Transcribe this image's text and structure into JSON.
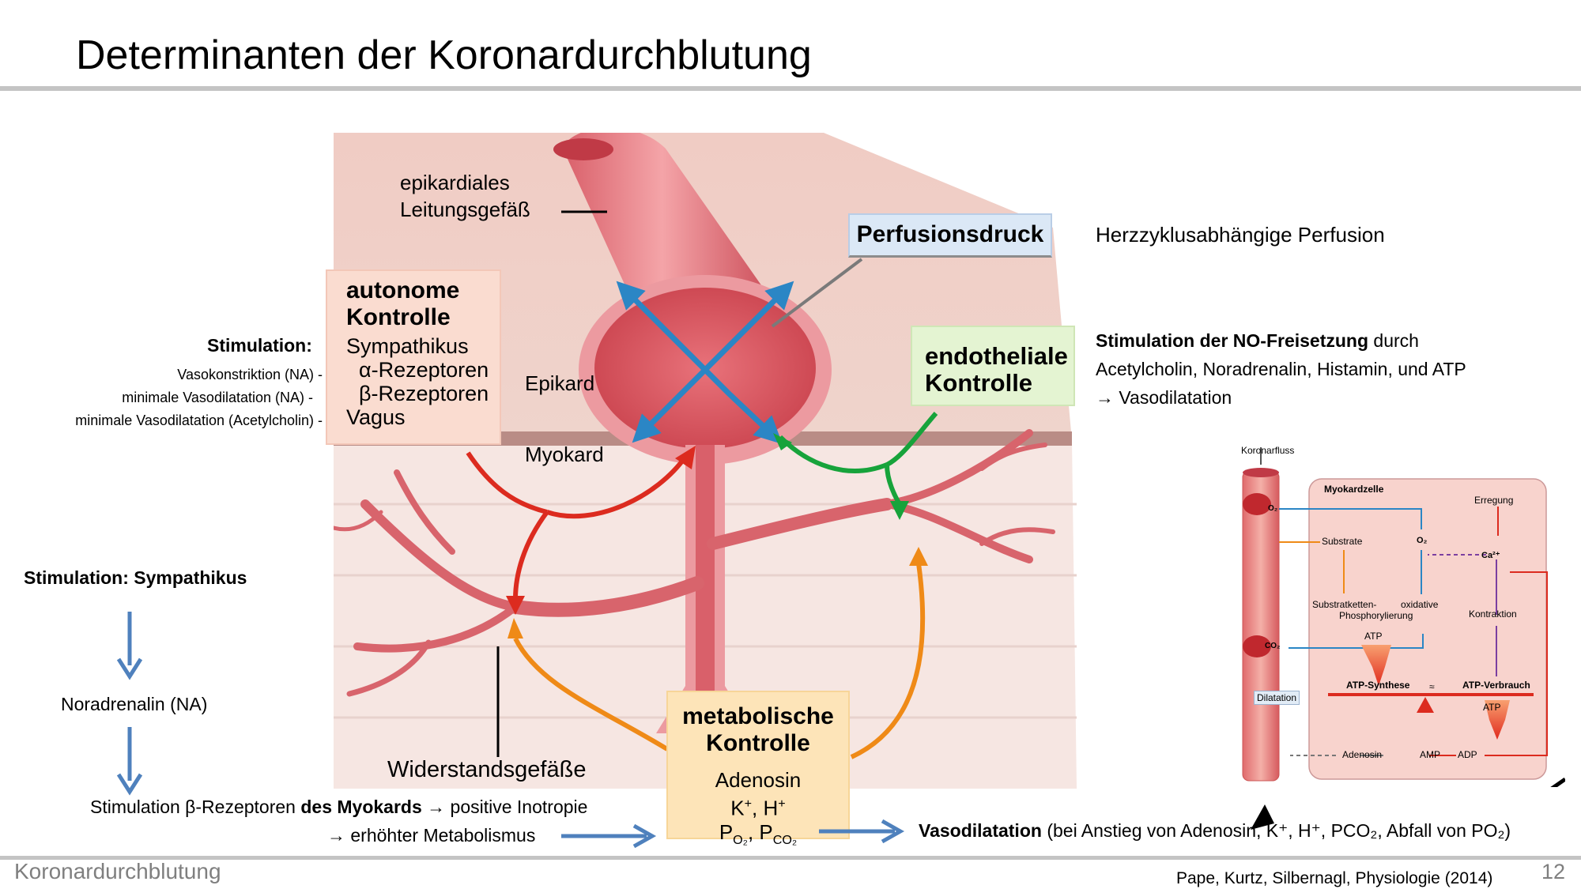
{
  "title": "Determinanten der Koronardurchblutung",
  "illustration": {
    "label_vessel_1": "epikardiales",
    "label_vessel_2": "Leitungsgefäß",
    "label_epikard": "Epikard",
    "label_myokard": "Myokard",
    "label_resistance": "Widerstandsgefäße"
  },
  "boxes": {
    "autonom": {
      "title_1": "autonome",
      "title_2": "Kontrolle",
      "l1": "Sympathikus",
      "l2": "α-Rezeptoren",
      "l3": "β-Rezeptoren",
      "l4": "Vagus"
    },
    "perfusion": {
      "title": "Perfusionsdruck"
    },
    "endothel": {
      "title_1": "endotheliale",
      "title_2": "Kontrolle"
    },
    "metabol": {
      "title_1": "metabolische",
      "title_2": "Kontrolle",
      "l1": "Adenosin",
      "l2_k": "K",
      "l2_plus": "+",
      "l2_h": ", H",
      "l3_p": "P",
      "l3_o2": "O₂",
      "l3_sep": ", P",
      "l3_co2": "CO₂"
    }
  },
  "left": {
    "stim_label": "Stimulation:",
    "lines": [
      "Vasokonstriktion (NA)  -",
      "minimale Vasodilatation (NA)  -",
      "minimale Vasodilatation (Acetylcholin)  -"
    ],
    "sym_title": "Stimulation: Sympathikus",
    "na": "Noradrenalin (NA)",
    "beta_a": "Stimulation β-Rezeptoren ",
    "beta_b": "des Myokards",
    "beta_c": " → positive Inotropie",
    "metab": "→ erhöhter Metabolismus"
  },
  "right": {
    "perf_text": "Herzzyklusabhängige Perfusion",
    "no_bold": "Stimulation der NO-Freisetzung",
    "no_rest": " durch",
    "no_line2": "Acetylcholin, Noradrenalin, Histamin, und ATP",
    "no_line3": "→ Vasodilatation",
    "vaso_bold": "Vasodilatation",
    "vaso_rest": " (bei Anstieg von Adenosin, K⁺, H⁺, PCO₂, Abfall von PO₂)"
  },
  "inset": {
    "koronarfluss": "Koronarfluss",
    "myokardzelle": "Myokardzelle",
    "erregung": "Erregung",
    "substrate": "Substrate",
    "o2": "O₂",
    "ca": "Ca²⁺",
    "substratketten_1": "Substratketten-",
    "substratketten_2": "Phosphorylierung",
    "oxidative": "oxidative",
    "kontraktion": "Kontraktion",
    "atp": "ATP",
    "co2": "CO₂",
    "atp_synthese": "ATP-Synthese",
    "approx": "≈",
    "atp_verbrauch": "ATP-Verbrauch",
    "dilatation": "Dilatation",
    "adenosin": "Adenosin",
    "amp": "AMP",
    "adp": "ADP"
  },
  "footer": {
    "left": "Koronardurchblutung",
    "source": "Pape, Kurtz, Silbernagl, Physiologie (2014)",
    "page": "12"
  },
  "colors": {
    "red": "#dc2b1f",
    "green": "#17a33b",
    "orange": "#ef8a17",
    "blue": "#2b86c5",
    "steel": "#4f81bd",
    "purple": "#7b3fa0"
  }
}
